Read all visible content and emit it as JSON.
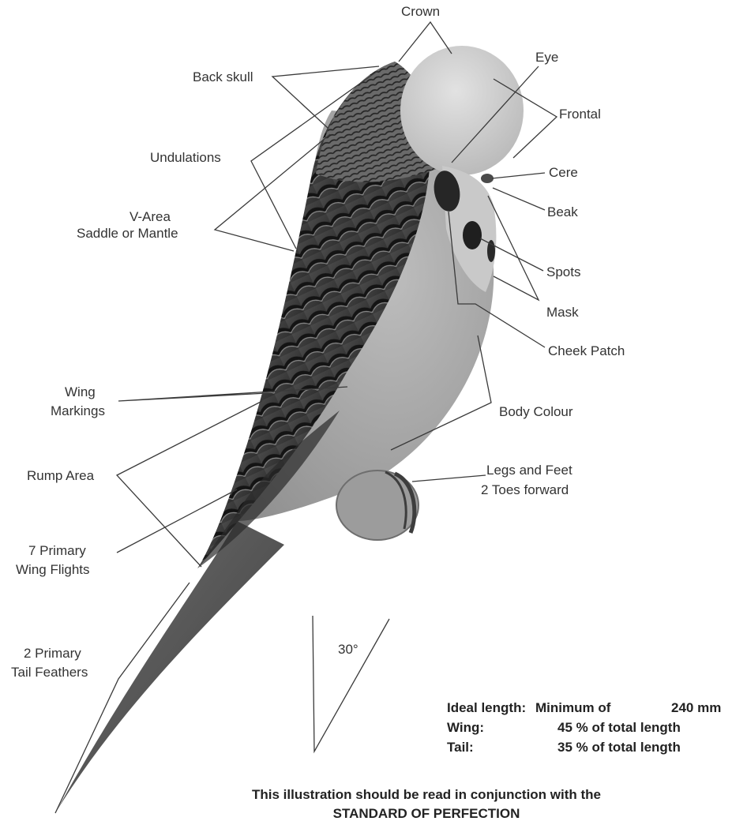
{
  "labels": {
    "crown": "Crown",
    "eye": "Eye",
    "back_skull": "Back skull",
    "frontal": "Frontal",
    "undulations": "Undulations",
    "cere": "Cere",
    "v_area_line1": "V-Area",
    "v_area_line2": "Saddle or Mantle",
    "beak": "Beak",
    "spots": "Spots",
    "mask": "Mask",
    "cheek_patch": "Cheek Patch",
    "wing_markings_line1": "Wing",
    "wing_markings_line2": "Markings",
    "body_colour": "Body Colour",
    "legs_feet_line1": "Legs and Feet",
    "legs_feet_line2": "2 Toes forward",
    "rump_area": "Rump Area",
    "primary_flights_line1": "7 Primary",
    "primary_flights_line2": "Wing Flights",
    "tail_feathers_line1": "2 Primary",
    "tail_feathers_line2": "Tail Feathers",
    "angle": "30°"
  },
  "specs": {
    "ideal_length_label": "Ideal length:",
    "ideal_length_value": "Minimum of",
    "ideal_length_number": "240 mm",
    "wing_label": "Wing:",
    "wing_value": "45 % of total length",
    "tail_label": "Tail:",
    "tail_value": "35 % of total length"
  },
  "footer": {
    "line1": "This illustration should be read in conjunction with the",
    "line2": "STANDARD OF PERFECTION"
  },
  "colors": {
    "head": "#cfcfcf",
    "body": "#a9a9a9",
    "wing_dark": "#3f3f3f",
    "tail": "#555555",
    "markings": "#1e1e1e"
  }
}
